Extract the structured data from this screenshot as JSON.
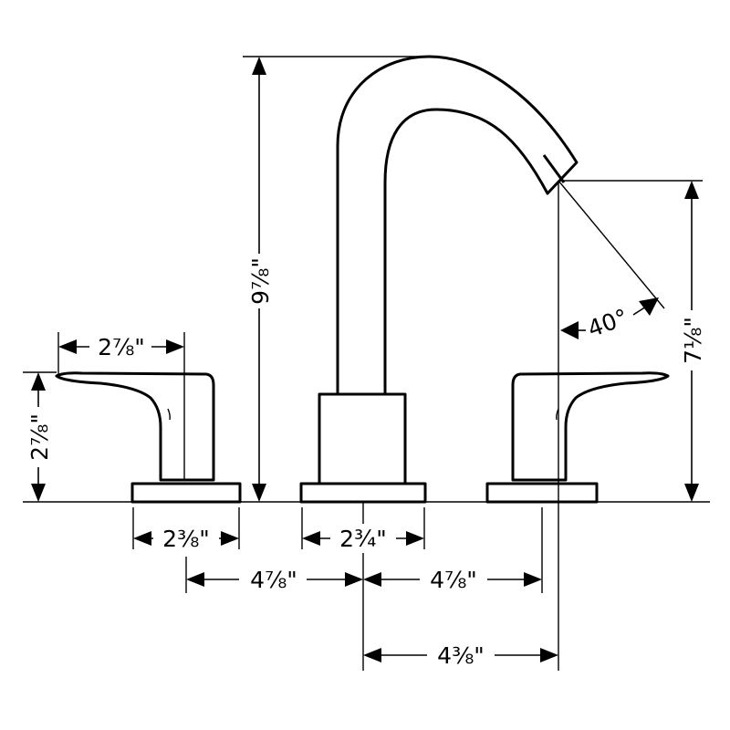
{
  "dimensions": {
    "total_height": "9⅞\"",
    "spout_outlet_height": "7⅛\"",
    "spray_angle": "40°",
    "handle_depth": "2⅞\"",
    "handle_height": "2⅞\"",
    "handle_base_width": "2⅜\"",
    "spout_base_width": "2¾\"",
    "left_center_spacing": "4⅞\"",
    "right_center_spacing": "4⅞\"",
    "spout_reach": "4⅜\""
  }
}
